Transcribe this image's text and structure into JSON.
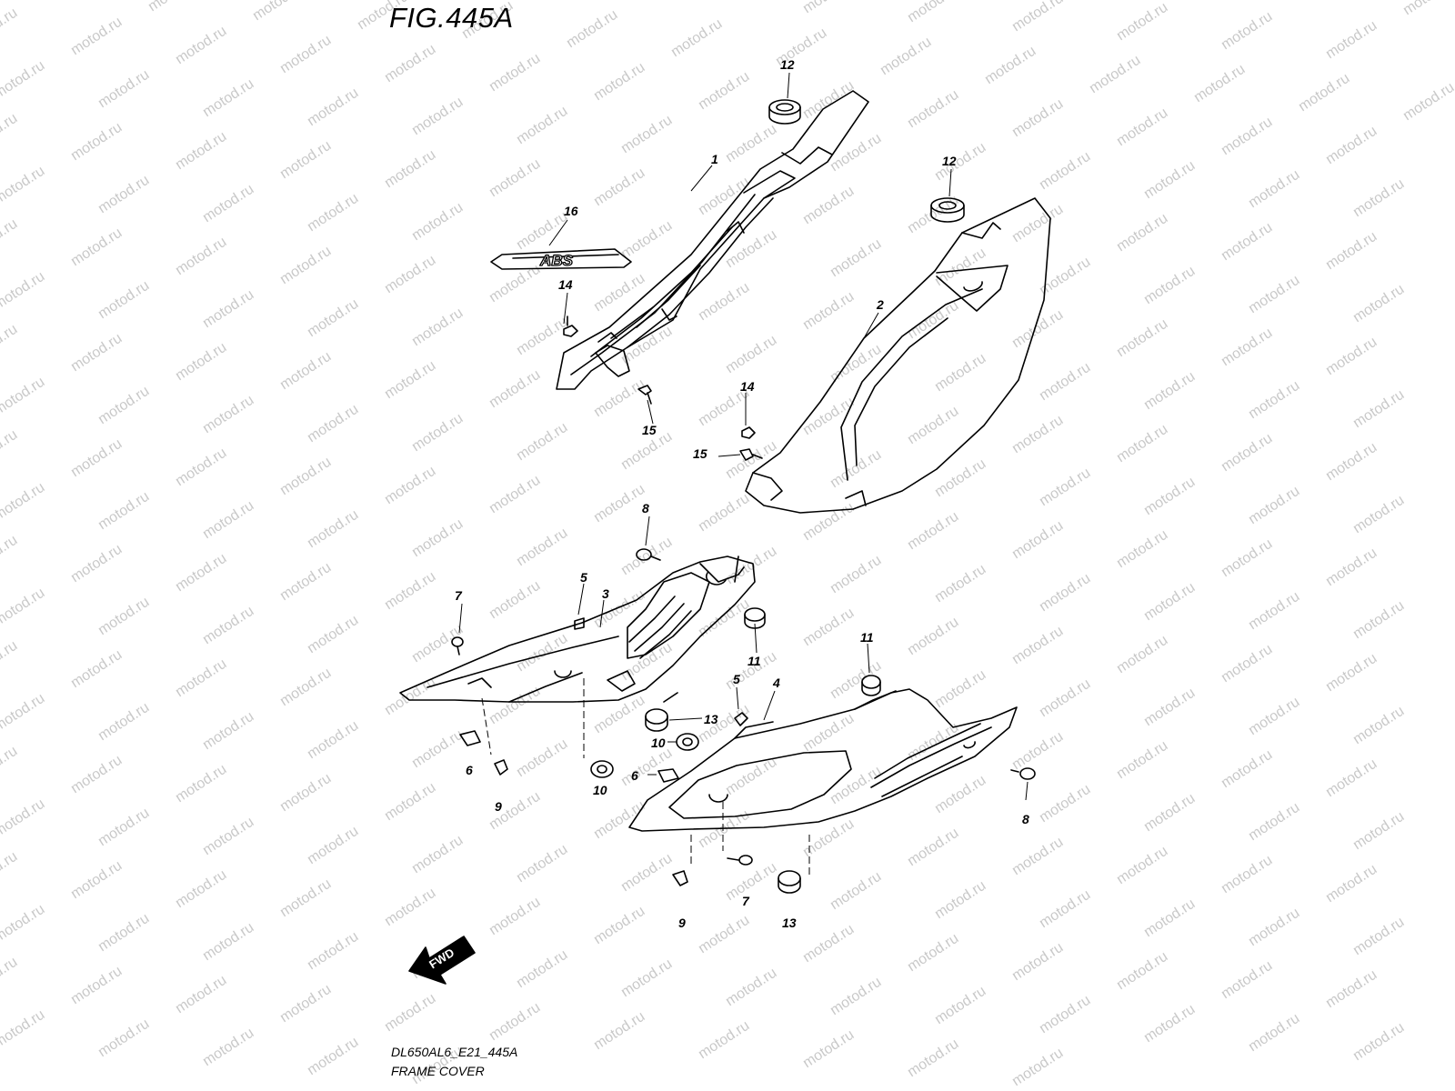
{
  "figure": {
    "title": "FIG.445A",
    "code": "DL650AL6_E21_445A",
    "caption": "FRAME COVER",
    "watermark": "motod.ru",
    "direction_label": "FWD"
  },
  "logo": {
    "text": "ABS"
  },
  "callouts": [
    {
      "id": "c-12a",
      "text": "12"
    },
    {
      "id": "c-12b",
      "text": "12"
    },
    {
      "id": "c-1",
      "text": "1"
    },
    {
      "id": "c-16",
      "text": "16"
    },
    {
      "id": "c-2",
      "text": "2"
    },
    {
      "id": "c-14a",
      "text": "14"
    },
    {
      "id": "c-15a",
      "text": "15"
    },
    {
      "id": "c-14b",
      "text": "14"
    },
    {
      "id": "c-15b",
      "text": "15"
    },
    {
      "id": "c-8a",
      "text": "8"
    },
    {
      "id": "c-5a",
      "text": "5"
    },
    {
      "id": "c-3",
      "text": "3"
    },
    {
      "id": "c-7a",
      "text": "7"
    },
    {
      "id": "c-11a",
      "text": "11"
    },
    {
      "id": "c-11b",
      "text": "11"
    },
    {
      "id": "c-5b",
      "text": "5"
    },
    {
      "id": "c-4",
      "text": "4"
    },
    {
      "id": "c-13a",
      "text": "13"
    },
    {
      "id": "c-10a",
      "text": "10"
    },
    {
      "id": "c-6a",
      "text": "6"
    },
    {
      "id": "c-9a",
      "text": "9"
    },
    {
      "id": "c-10b",
      "text": "10"
    },
    {
      "id": "c-6b",
      "text": "6"
    },
    {
      "id": "c-8b",
      "text": "8"
    },
    {
      "id": "c-9b",
      "text": "9"
    },
    {
      "id": "c-7b",
      "text": "7"
    },
    {
      "id": "c-13b",
      "text": "13"
    }
  ]
}
